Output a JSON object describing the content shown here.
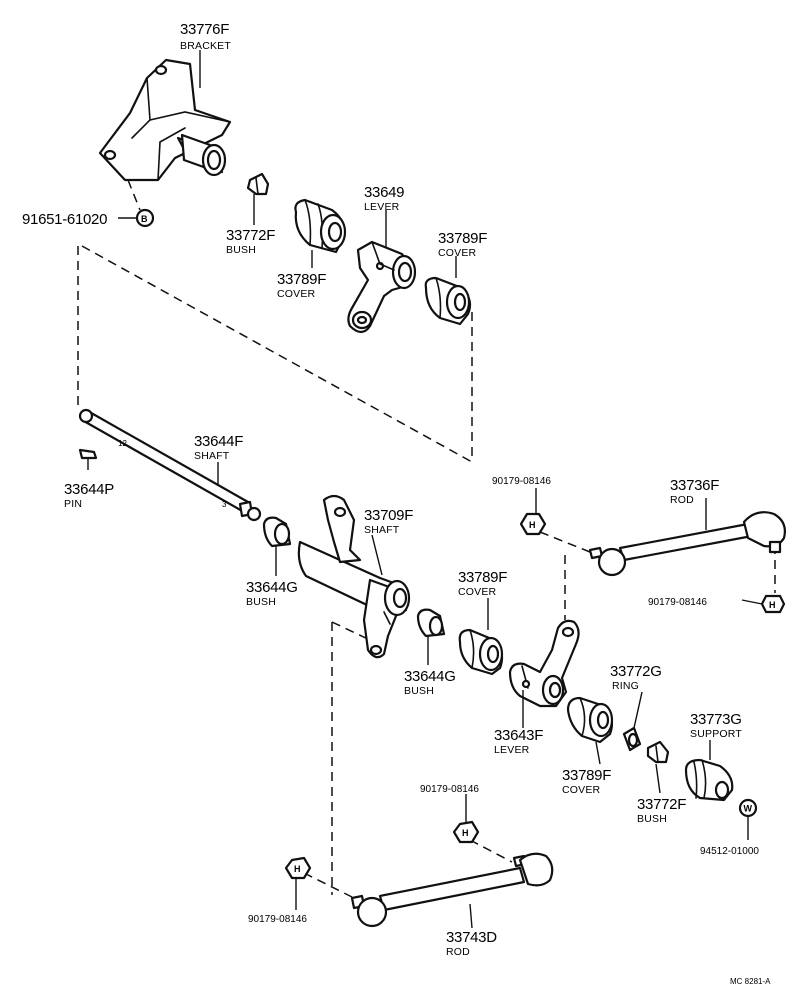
{
  "figure_ref": "MC 8281-A",
  "labels": {
    "bracket": {
      "part": "33776F",
      "name": "BRACKET"
    },
    "bracket_bolt": {
      "part": "91651-61020",
      "symbol": "B"
    },
    "bush_upper": {
      "part": "33772F",
      "name": "BUSH"
    },
    "cover_upper_left": {
      "part": "33789F",
      "name": "COVER"
    },
    "lever_upper": {
      "part": "33649",
      "name": "LEVER"
    },
    "cover_upper_right": {
      "part": "33789F",
      "name": "COVER"
    },
    "shaft_long": {
      "part": "33644F",
      "name": "SHAFT",
      "marks": [
        "12",
        "3"
      ]
    },
    "pin": {
      "part": "33644P",
      "name": "PIN"
    },
    "bush_shaft": {
      "part": "33644G",
      "name": "BUSH"
    },
    "shaft_lever": {
      "part": "33709F",
      "name": "SHAFT"
    },
    "nut_rod_top": {
      "part": "90179-08146",
      "symbol": "H"
    },
    "rod_right": {
      "part": "33736F",
      "name": "ROD"
    },
    "nut_rod_right": {
      "part": "90179-08146",
      "symbol": "H"
    },
    "cover_mid": {
      "part": "33789F",
      "name": "COVER"
    },
    "bush_mid": {
      "part": "33644G",
      "name": "BUSH"
    },
    "lever_lower": {
      "part": "33643F",
      "name": "LEVER"
    },
    "ring": {
      "part": "33772G",
      "name": "RING"
    },
    "support": {
      "part": "33773G",
      "name": "SUPPORT"
    },
    "cover_lower": {
      "part": "33789F",
      "name": "COVER"
    },
    "bush_lower": {
      "part": "33772F",
      "name": "BUSH"
    },
    "washer": {
      "part": "94512-01000",
      "symbol": "W"
    },
    "nut_rod_lower_right": {
      "part": "90179-08146",
      "symbol": "H"
    },
    "nut_rod_lower_left": {
      "part": "90179-08146",
      "symbol": "H"
    },
    "rod_lower": {
      "part": "33743D",
      "name": "ROD"
    }
  }
}
